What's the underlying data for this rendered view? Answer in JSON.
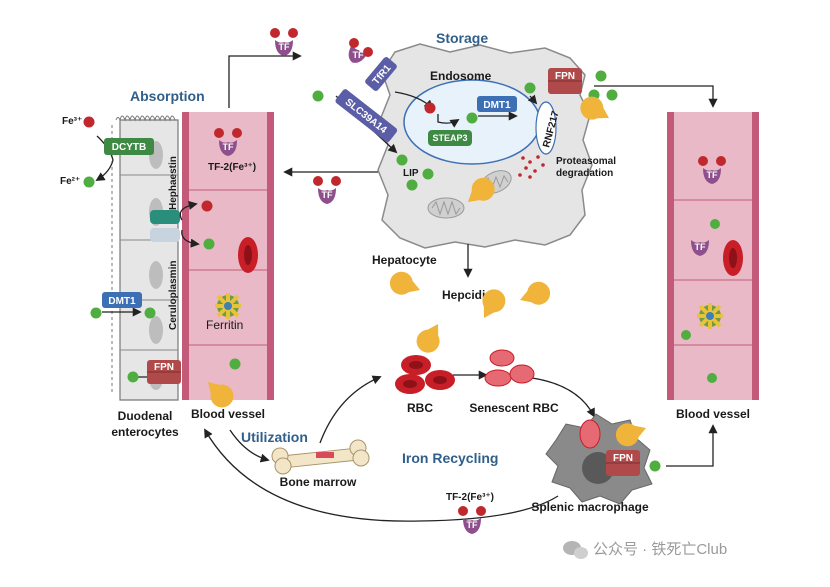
{
  "sections": {
    "absorption": "Absorption",
    "storage": "Storage",
    "utilization": "Utilization",
    "iron_recycling": "Iron Recycling"
  },
  "labels": {
    "fe3": "Fe³⁺",
    "fe2": "Fe²⁺",
    "dcytb": "DCYTB",
    "dmt1": "DMT1",
    "fpn": "FPN",
    "hephaestin": "Hephaestin",
    "ceruloplasmin": "Ceruloplasmin",
    "tf": "TF",
    "tf2_fe3": "TF-2(Fe³⁺)",
    "ferritin": "Ferritin",
    "duodenal_line1": "Duodenal",
    "duodenal_line2": "enterocytes",
    "blood_vessel": "Blood vessel",
    "bone_marrow": "Bone marrow",
    "rbc": "RBC",
    "senescent_rbc": "Senescent RBC",
    "splenic_macrophage": "Splenic macrophage",
    "endosome": "Endosome",
    "tfr1": "TfR1",
    "slc39a14": "SLC39A14",
    "steap3": "STEAP3",
    "lip": "LIP",
    "rnf217": "RNF217",
    "proteasomal_line1": "Proteasomal",
    "proteasomal_line2": "degradation",
    "hepatocyte": "Hepatocyte",
    "hepcidin": "Hepcidin"
  },
  "watermark": "公众号 · 铁死亡Club",
  "colors": {
    "section_title": "#2f5f8a",
    "ferric_iron": "#c0282d",
    "ferrous_iron": "#4fae3f",
    "transferrin": "#8e4f8c",
    "hepcidin": "#f0b43a",
    "vessel_fill": "#e9b9c7",
    "vessel_wall": "#c45a7a",
    "rbc": "#c81e28",
    "hepatocyte": "#e5e5e5",
    "dcytb": "#3e8a45",
    "dmt1": "#3d6fb5",
    "fpn": "#b04a4a",
    "slc39a14": "#5b5ea6",
    "macrophage": "#8a8a8a"
  },
  "icons": [
    "transferrin-icon",
    "ferric-iron-icon",
    "ferrous-iron-icon",
    "hepcidin-icon",
    "ferritin-icon",
    "red-blood-cell-icon",
    "mitochondrion-icon",
    "bone-icon",
    "wechat-icon"
  ]
}
